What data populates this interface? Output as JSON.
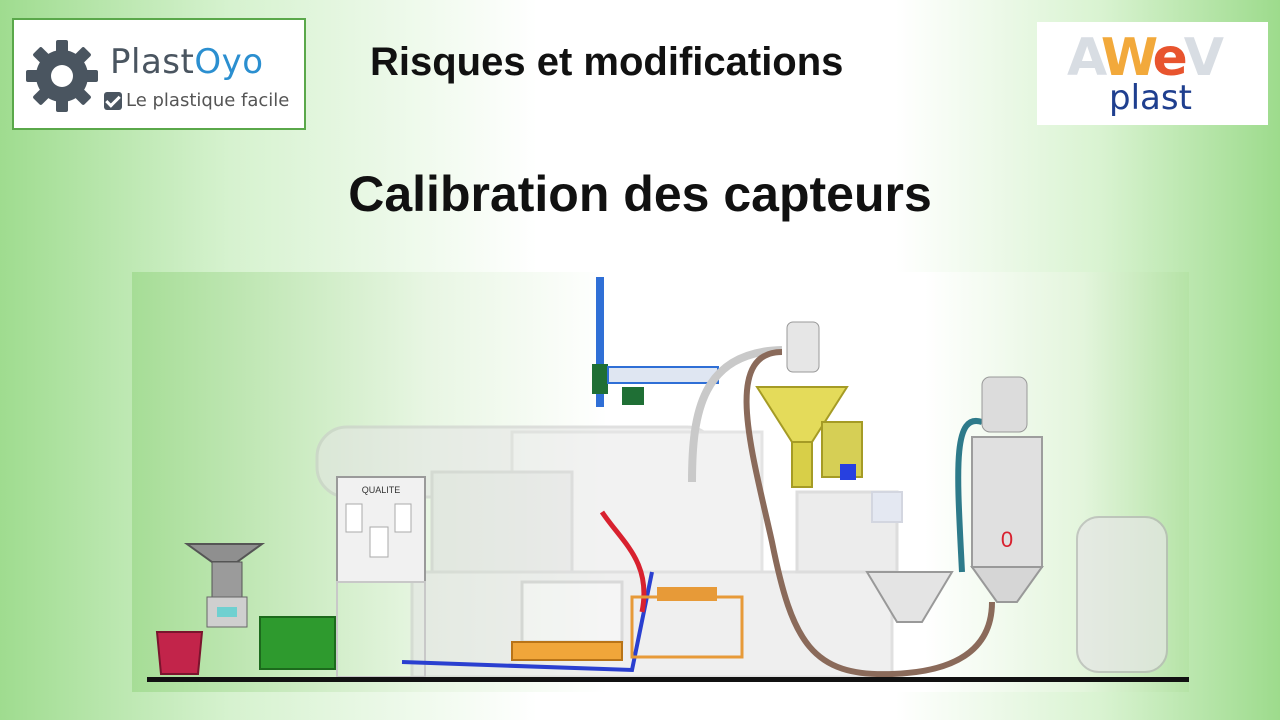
{
  "header": {
    "logo_left": {
      "brand_part1": "Plast",
      "brand_part2": "Oyo",
      "tagline": "Le plastique facile"
    },
    "subtitle": "Risques et modifications",
    "logo_right": {
      "mark_a": "A",
      "mark_w": "W",
      "mark_e": "e",
      "mark_v": "V",
      "word": "plast"
    }
  },
  "title": "Calibration des capteurs",
  "scene": {
    "panel_label": "QUALITE"
  },
  "colors": {
    "accent_green": "#5aa84a",
    "brand_blue": "#2b8fd0",
    "brand_gray": "#4a5560",
    "awev_orange": "#f2a93b",
    "awev_red": "#e8542e",
    "awev_navy": "#1f3f8f"
  }
}
